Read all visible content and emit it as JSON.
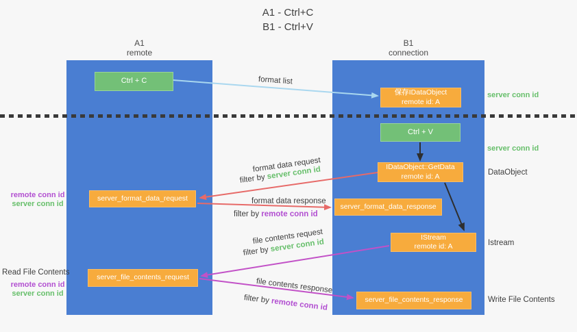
{
  "title": {
    "line1": "A1 - Ctrl+C",
    "line2": "B1 - Ctrl+V"
  },
  "columns": {
    "a1": {
      "name": "A1",
      "subtitle": "remote"
    },
    "b1": {
      "name": "B1",
      "subtitle": "connection"
    }
  },
  "nodes": {
    "ctrl_c": {
      "label": "Ctrl + C"
    },
    "save_idataobject": {
      "line1": "保存IDataObject",
      "line2": "remote id: A"
    },
    "ctrl_v": {
      "label": "Ctrl + V"
    },
    "getdata": {
      "line1": "IDataObject::GetData",
      "line2": "remote id: A"
    },
    "format_request": {
      "label": "server_format_data_request"
    },
    "format_response": {
      "label": "server_format_data_response"
    },
    "istream": {
      "line1": "IStream",
      "line2": "remote id: A"
    },
    "file_request": {
      "label": "server_file_contents_request"
    },
    "file_response": {
      "label": "server_file_contents_response"
    }
  },
  "flow_labels": {
    "format_list": "format list",
    "format_data_request": "format data request",
    "format_data_response": "format data response",
    "file_contents_request": "file contents request",
    "file_contents_response": "file contents response",
    "filter_by": "filter by",
    "server_conn_id": "server conn id",
    "remote_conn_id": "remote conn id"
  },
  "side_labels": {
    "server_conn_id": "server conn id",
    "remote_conn_id": "remote conn id",
    "dataobject": "DataObject",
    "istream": "Istream",
    "read_file_contents": "Read File Contents",
    "write_file_contents": "Write File Contents"
  },
  "colors": {
    "column_blue": "#4a7ed2",
    "node_green": "#73c077",
    "node_orange": "#f7ab3d",
    "arrow_lightblue": "#a9d7ef",
    "arrow_red": "#e76a68",
    "arrow_magenta": "#c251c7",
    "arrow_black": "#2e2e2e",
    "text_green": "#67bf6b",
    "text_purple": "#b24fd1",
    "text_dark": "#3d3d3d",
    "background": "#f7f7f7"
  }
}
